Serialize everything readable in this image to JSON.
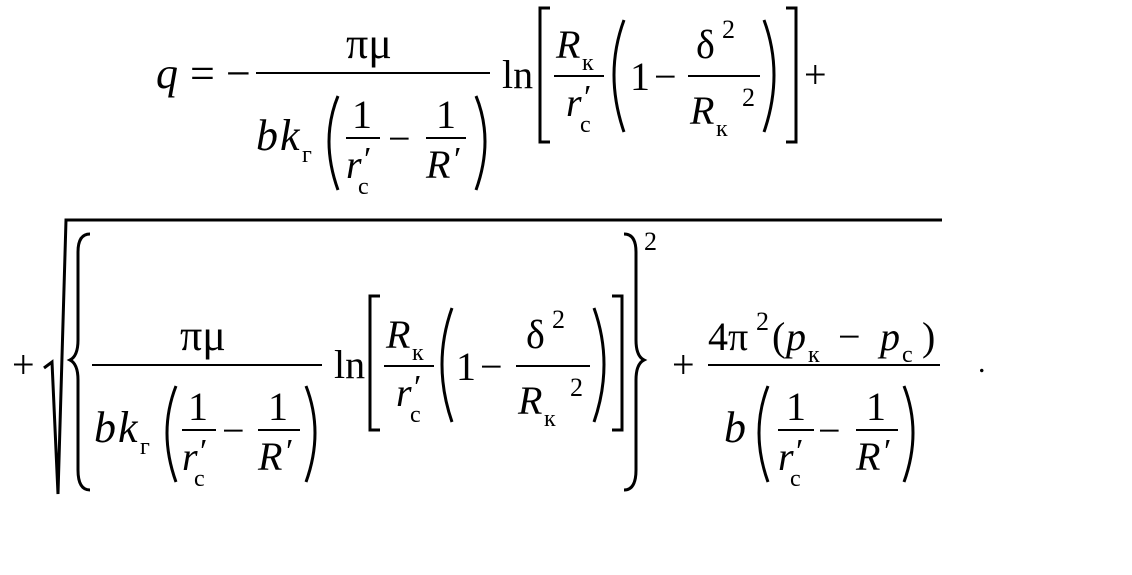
{
  "formula": {
    "line1": {
      "q": "q",
      "equals": "=",
      "minus": "−",
      "pimu": "πμ",
      "b": "b",
      "k": "k",
      "k_sub": "г",
      "one": "1",
      "r": "r",
      "r_prime": "′",
      "r_sub": "с",
      "minus2": "−",
      "one2": "1",
      "R": "R",
      "R_prime": "′",
      "ln": "ln",
      "Rk": "R",
      "Rk_sub": "к",
      "rc": "r",
      "rc_prime": "′",
      "rc_sub": "с",
      "one3": "1",
      "minus3": "−",
      "delta": "δ",
      "delta_exp": "2",
      "Rk2": "R",
      "Rk2_sub": "к",
      "Rk2_exp": "2",
      "plus": "+"
    },
    "line2": {
      "plus": "+",
      "pimu": "πμ",
      "b": "b",
      "k": "k",
      "k_sub": "г",
      "one": "1",
      "r": "r",
      "r_prime": "′",
      "r_sub": "с",
      "minus": "−",
      "one2": "1",
      "R": "R",
      "R_prime": "′",
      "ln": "ln",
      "Rk": "R",
      "Rk_sub": "к",
      "rc": "r",
      "rc_prime": "′",
      "rc_sub": "с",
      "one3": "1",
      "minus2": "−",
      "delta": "δ",
      "delta_exp": "2",
      "Rk2": "R",
      "Rk2_sub": "к",
      "Rk2_exp": "2",
      "brace_exp": "2",
      "plus2": "+",
      "four_pi": "4π",
      "pi_exp": "2",
      "p1": "p",
      "p1_sub": "к",
      "minus3": "−",
      "p2": "p",
      "p2_sub": "с",
      "b2": "b",
      "one4": "1",
      "r2": "r",
      "r2_prime": "′",
      "r2_sub": "с",
      "minus4": "−",
      "one5": "1",
      "R2": "R",
      "R2_prime": "′",
      "period": "."
    }
  }
}
